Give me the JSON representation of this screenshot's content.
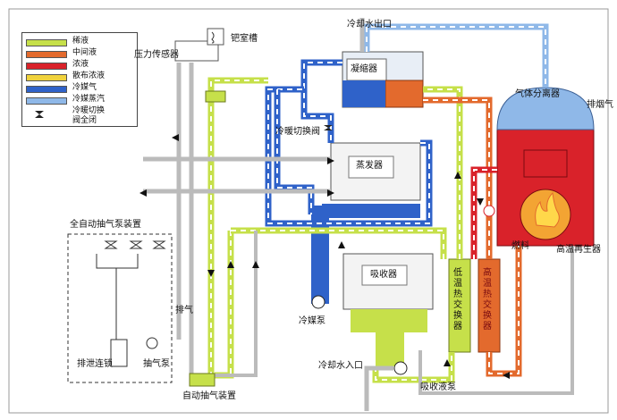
{
  "legend": {
    "items": [
      {
        "label": "稀液",
        "color": "#c6e04a"
      },
      {
        "label": "中间液",
        "color": "#e36a2d"
      },
      {
        "label": "浓液",
        "color": "#d9222a"
      },
      {
        "label": "散布浓液",
        "color": "#f0d23c"
      },
      {
        "label": "冷媒气",
        "color": "#2f62c9"
      },
      {
        "label": "冷媒蒸汽",
        "color": "#8fb8e8"
      },
      {
        "label": "冷暖切换",
        "color": "#ffffff"
      }
    ],
    "valve_label": "阀全闭"
  },
  "labels": {
    "pressure_sensor": "压力传感器",
    "palladium_chamber": "钯室槽",
    "cooling_water_out": "冷却水出口",
    "condenser": "凝缩器",
    "gas_separator": "气体分离器",
    "flue_exhaust": "排烟气",
    "switch_valve": "冷暖切换阀",
    "evaporator": "蒸发器",
    "auto_purge_device": "全自动抽气泵装置",
    "exhaust": "排气",
    "drain_interlock": "排泄连锁",
    "vacuum_pump": "抽气泵",
    "auto_purge": "自动抽气装置",
    "refrigerant_pump": "冷媒泵",
    "absorber": "吸收器",
    "cooling_water_in": "冷却水入口",
    "absorbent_pump": "吸收液泵",
    "low_temp_hx": "低温热交换器",
    "high_temp_hx": "高温热交换器",
    "fuel": "燃料",
    "high_temp_generator": "高温再生器"
  }
}
